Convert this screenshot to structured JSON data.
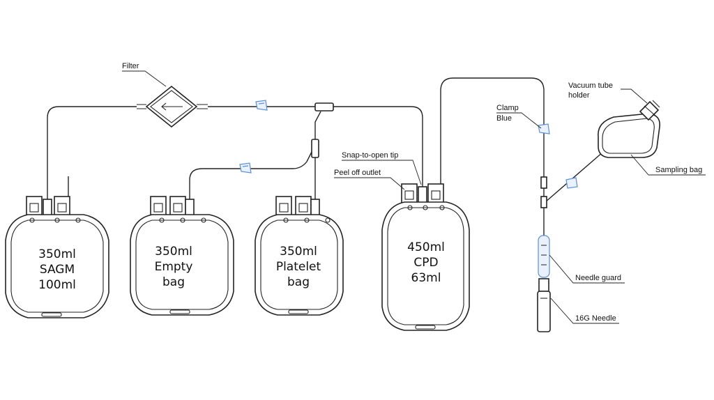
{
  "bags": [
    {
      "id": "sagm",
      "lines": [
        "350ml",
        "SAGM",
        "100ml"
      ]
    },
    {
      "id": "empty",
      "lines": [
        "350ml",
        "Empty",
        "bag"
      ]
    },
    {
      "id": "platelet",
      "lines": [
        "350ml",
        "Platelet",
        "bag"
      ]
    },
    {
      "id": "cpd",
      "lines": [
        "450ml",
        "CPD",
        "63ml"
      ]
    }
  ],
  "callouts": {
    "filter": "Filter",
    "vacuum_tube_holder_1": "Vacuum tube",
    "vacuum_tube_holder_2": "holder",
    "clamp_1": "Clamp",
    "clamp_2": "Blue",
    "snap_tip": "Snap-to-open tip",
    "peel_outlet": "Peel off outlet",
    "sampling_bag": "Sampling bag",
    "needle_guard": "Needle guard",
    "needle": "16G Needle"
  },
  "colors": {
    "line": "#222222",
    "clamp": "#5b8fd8",
    "background": "#ffffff"
  }
}
